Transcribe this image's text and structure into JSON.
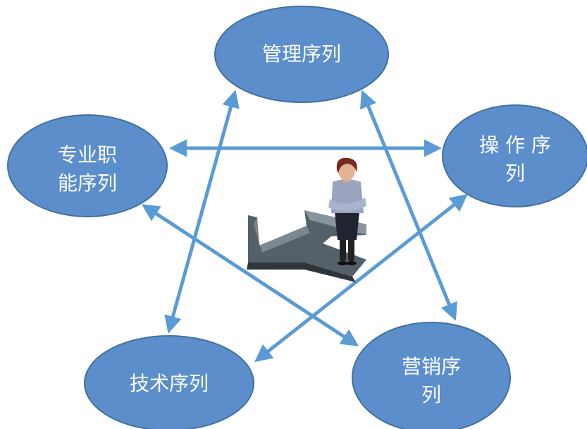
{
  "diagram": {
    "colors": {
      "node_fill": "#5b8ecb",
      "node_stroke": "#41719c",
      "arrow": "#5b9bd5",
      "label_text": "#ffffff"
    },
    "nodes": {
      "management": {
        "line1": "管理序列",
        "line2": ""
      },
      "operation": {
        "line1": "操 作 序",
        "line2": "列"
      },
      "professional": {
        "line1": "专业职",
        "line2": "能序列"
      },
      "technical": {
        "line1": "技术序列",
        "line2": ""
      },
      "marketing": {
        "line1": "营销序",
        "line2": "列"
      }
    },
    "center_image": "woman-on-arrow-illustration"
  }
}
